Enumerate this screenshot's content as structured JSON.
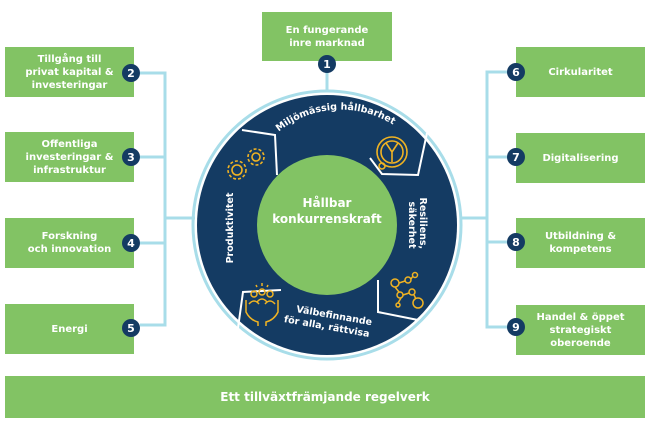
{
  "colors": {
    "green": "#82c364",
    "navy": "#143b63",
    "connector": "#a8dde9",
    "icon_gold": "#f0b323",
    "text_white": "#ffffff"
  },
  "top_box": {
    "number": "1",
    "label": "En fungerande\ninre marknad"
  },
  "left_boxes": [
    {
      "number": "2",
      "label": "Tillgång till\nprivat kapital &\ninvesteringar"
    },
    {
      "number": "3",
      "label": "Offentliga\ninvesteringar &\ninfrastruktur"
    },
    {
      "number": "4",
      "label": "Forskning\noch innovation"
    },
    {
      "number": "5",
      "label": "Energi"
    }
  ],
  "right_boxes": [
    {
      "number": "6",
      "label": "Cirkularitet"
    },
    {
      "number": "7",
      "label": "Digitalisering"
    },
    {
      "number": "8",
      "label": "Utbildning &\nkompetens"
    },
    {
      "number": "9",
      "label": "Handel & öppet\nstrategiskt\noberoende"
    }
  ],
  "center": {
    "label": "Hållbar\nkonkurrenskraft"
  },
  "ring_segments": [
    {
      "label": "Miljömässig hållbarhet",
      "icon": "leaf-emblem-icon"
    },
    {
      "label_line1": "Resiliens,",
      "label_line2": "säkerhet",
      "icon": "network-nodes-icon"
    },
    {
      "label_line1": "Välbefinnande",
      "label_line2": "för alla, rättvisa",
      "icon": "hands-people-icon"
    },
    {
      "label": "Produktivitet",
      "icon": "gears-icon"
    }
  ],
  "bottom_bar": {
    "label": "Ett tillväxtfrämjande regelverk"
  }
}
